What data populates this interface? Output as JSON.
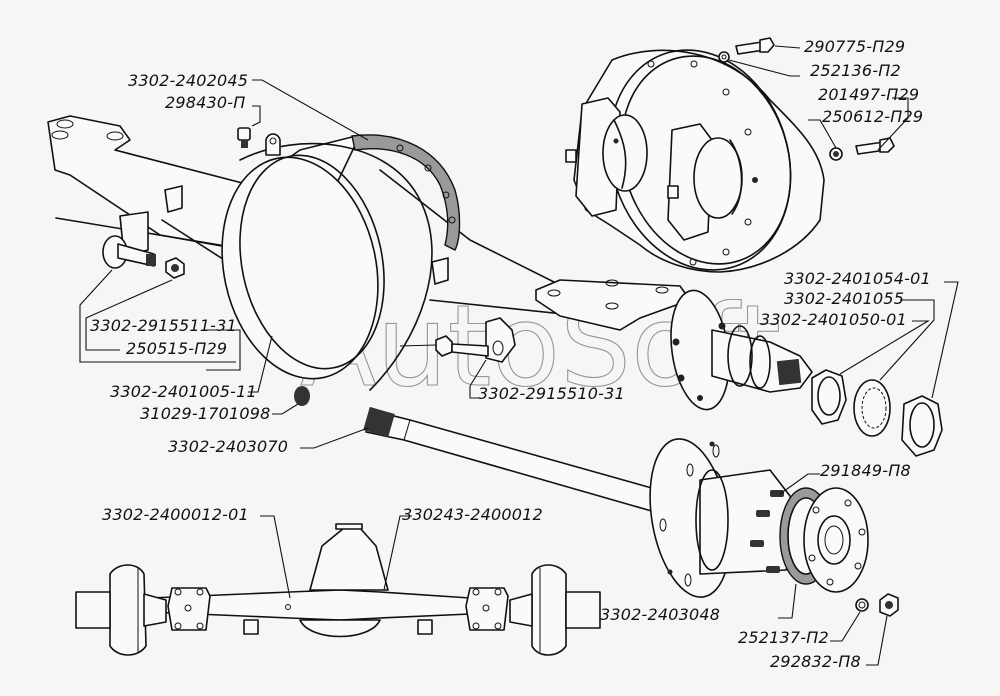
{
  "diagram": {
    "title": "Rear axle assembly — exploded view",
    "watermark": "AutoSoft",
    "colors": {
      "background": "#f6f6f6",
      "ink": "#111111",
      "gasket": "#9a9a9a",
      "watermark": "#777777"
    },
    "labels": {
      "housing_cover_gasket": "3302-2402045",
      "breather": "298430-П",
      "cover_bolt": "290775-П29",
      "cover_washer": "252136-П2",
      "carrier_nut": "201497-П29",
      "carrier_washer": "250612-П29",
      "outer_nut": "3302-2401054-01",
      "lock_washer": "3302-2401055",
      "inner_nut": "3302-2401050-01",
      "shock_bolt_left": "3302-2915511-31",
      "shock_nut_left": "250515-П29",
      "axle_housing": "3302-2401005-11",
      "drain_plug": "31029-1701098",
      "shock_bolt_right": "3302-2915510-31",
      "axle_shaft": "3302-2403070",
      "hub_stud": "291849-П8",
      "rear_axle_assembly": "3302-2400012-01",
      "rear_axle_assembly_alt": "330243-2400012",
      "hub_gasket": "3302-2403048",
      "hub_washer": "252137-П2",
      "hub_nut": "292832-П8"
    }
  }
}
